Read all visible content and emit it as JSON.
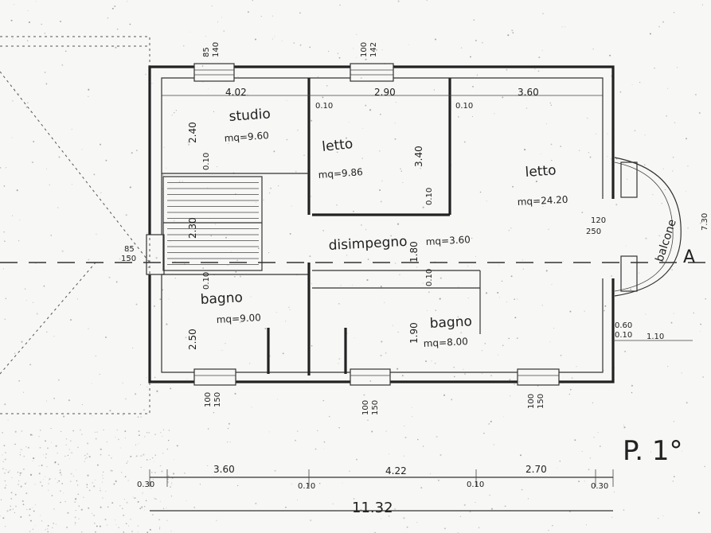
{
  "plan": {
    "floor_label": "P. 1°",
    "rooms": [
      {
        "id": "studio",
        "name": "studio",
        "area": "mq=9.60"
      },
      {
        "id": "letto1",
        "name": "letto",
        "area": "mq=9.86"
      },
      {
        "id": "letto2",
        "name": "letto",
        "area": "mq=24.20"
      },
      {
        "id": "disimpegno",
        "name": "disimpegno",
        "area": "mq=3.60"
      },
      {
        "id": "bagno1",
        "name": "bagno",
        "area": "mq=9.00"
      },
      {
        "id": "bagno2",
        "name": "bagno",
        "area": "mq=8.00"
      },
      {
        "id": "balcone",
        "name": "balcone",
        "area": ""
      }
    ],
    "dims_top": [
      "4.02",
      "2.90",
      "3.60"
    ],
    "dims_inner": [
      "2.40",
      "3.40",
      "2.30",
      "1.80",
      "2.50",
      "1.90"
    ],
    "thin_labels": [
      "0.10",
      "0.10",
      "0.10",
      "0.10",
      "0.10",
      "0.10",
      "0.10"
    ],
    "dims_bottom": [
      "3.60",
      "4.22",
      "2.70"
    ],
    "dims_bottom_small": [
      "0.30",
      "0.10",
      "0.10",
      "0.30"
    ],
    "total_width": "11.32",
    "window_sizes": [
      {
        "w": "85",
        "h": "140"
      },
      {
        "w": "100",
        "h": "142"
      },
      {
        "w": "100",
        "h": "150"
      },
      {
        "w": "100",
        "h": "150"
      },
      {
        "w": "100",
        "h": "150"
      }
    ],
    "stair_window": {
      "w": "85",
      "h": "150"
    },
    "door_size": {
      "w": "120",
      "h": "250"
    },
    "side_dims": [
      "0.60",
      "1.10",
      "7.30"
    ],
    "section_mark": "A"
  }
}
